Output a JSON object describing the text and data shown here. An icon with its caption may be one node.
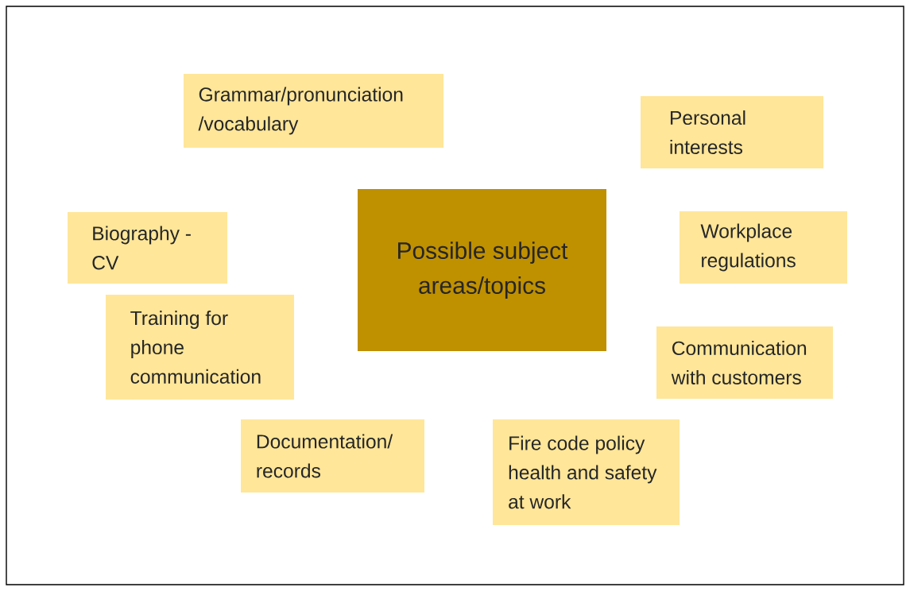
{
  "diagram": {
    "nodes": [
      {
        "text": [
          "Grammar/pronunciation /vocabulary"
        ]
      },
      {
        "text": [
          "Personal interests"
        ]
      },
      {
        "text": [
          "Possible subject areas/topics"
        ]
      },
      {
        "text": [
          "Workplace regulations"
        ]
      },
      {
        "text": [
          "Biography - CV"
        ]
      },
      {
        "text": [
          "Training for phone communication"
        ]
      },
      {
        "text": [
          "Communication with customers"
        ]
      },
      {
        "text": [
          "Documentation/ records"
        ]
      },
      {
        "text": [
          "Fire code policy health and safety at work"
        ]
      }
    ]
  }
}
